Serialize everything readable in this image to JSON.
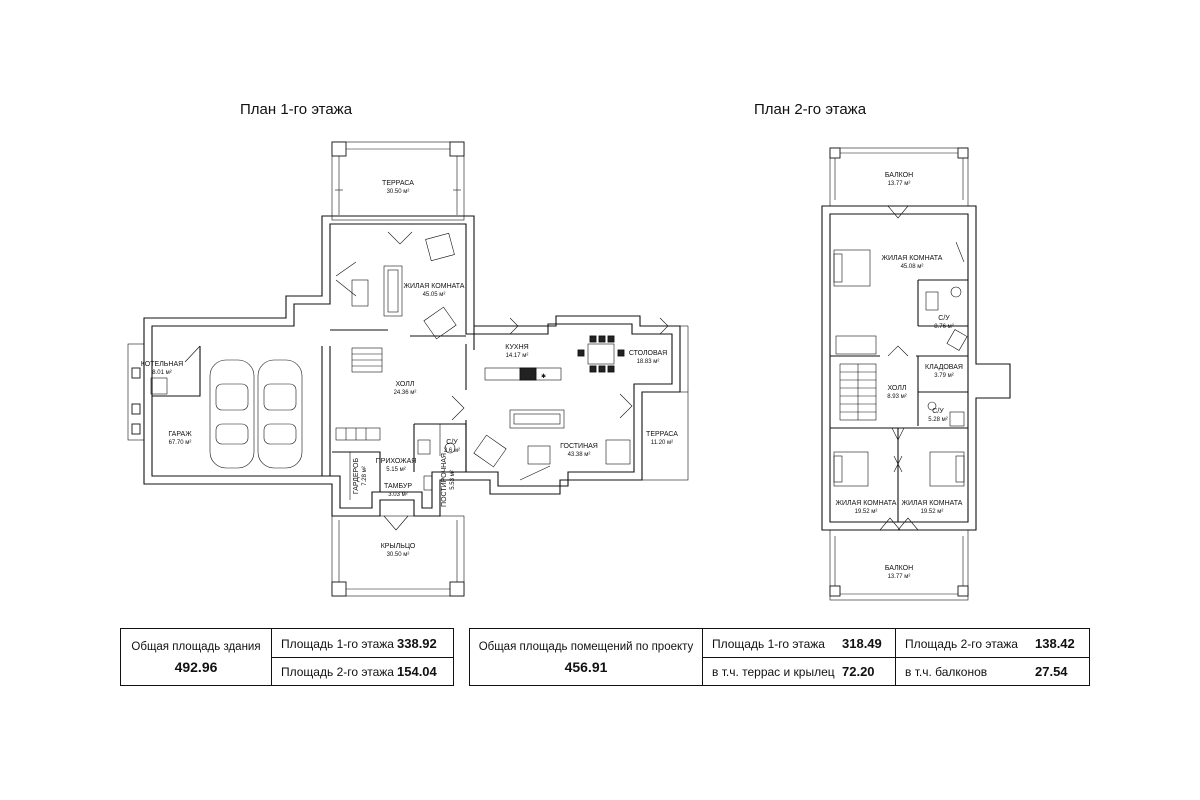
{
  "titles": {
    "floor1": "План 1-го этажа",
    "floor2": "План 2-го этажа"
  },
  "rooms_floor1": [
    {
      "id": "terrace_top",
      "name": "ТЕРРАСА",
      "area": "30.50 м²"
    },
    {
      "id": "living",
      "name": "ЖИЛАЯ КОМНАТА",
      "area": "45.05 м²"
    },
    {
      "id": "kitchen",
      "name": "КУХНЯ",
      "area": "14.17 м²"
    },
    {
      "id": "dining",
      "name": "СТОЛОВАЯ",
      "area": "18.83 м²"
    },
    {
      "id": "boiler",
      "name": "КОТЕЛЬНАЯ",
      "area": "8.01 м²"
    },
    {
      "id": "hall",
      "name": "ХОЛЛ",
      "area": "24.36 м²"
    },
    {
      "id": "garage",
      "name": "ГАРАЖ",
      "area": "67.70 м²"
    },
    {
      "id": "terrace_right",
      "name": "ТЕРРАСА",
      "area": "11.20 м²"
    },
    {
      "id": "lounge",
      "name": "ГОСТИНАЯ",
      "area": "43.38 м²"
    },
    {
      "id": "wc1",
      "name": "С/У",
      "area": "3.6 м²"
    },
    {
      "id": "entry",
      "name": "ПРИХОЖАЯ",
      "area": "5.15 м²"
    },
    {
      "id": "wardrobe",
      "name": "ГАРДЕРОБ",
      "area": "7.28 м²"
    },
    {
      "id": "vestibule",
      "name": "ТАМБУР",
      "area": "3.03 м²"
    },
    {
      "id": "laundry",
      "name": "ПОСТИРОЧНАЯ",
      "area": "5.53 м²"
    },
    {
      "id": "porch",
      "name": "КРЫЛЬЦО",
      "area": "30.50 м²"
    }
  ],
  "rooms_floor2": [
    {
      "id": "balcony_top",
      "name": "БАЛКОН",
      "area": "13.77 м²"
    },
    {
      "id": "living2",
      "name": "ЖИЛАЯ КОМНАТА",
      "area": "45.08 м²"
    },
    {
      "id": "wc2",
      "name": "С/У",
      "area": "8.76 м²"
    },
    {
      "id": "storage",
      "name": "КЛАДОВАЯ",
      "area": "3.79 м²"
    },
    {
      "id": "hall2",
      "name": "ХОЛЛ",
      "area": "8.93 м²"
    },
    {
      "id": "wc3",
      "name": "С/У",
      "area": "5.28 м²"
    },
    {
      "id": "bed_left",
      "name": "ЖИЛАЯ КОМНАТА",
      "area": "19.52 м²"
    },
    {
      "id": "bed_right",
      "name": "ЖИЛАЯ КОМНАТА",
      "area": "19.52 м²"
    },
    {
      "id": "balcony_bottom",
      "name": "БАЛКОН",
      "area": "13.77 м²"
    }
  ],
  "summary": {
    "building": {
      "label": "Общая площадь здания",
      "value": "492.96"
    },
    "b_floor1": {
      "label": "Площадь 1-го этажа",
      "value": "338.92"
    },
    "b_floor2": {
      "label": "Площадь 2-го этажа",
      "value": "154.04"
    },
    "project": {
      "label": "Общая площадь помещений по проекту",
      "value": "456.91"
    },
    "p_floor1": {
      "label": "Площадь 1-го этажа",
      "value": "318.49"
    },
    "p_terraces": {
      "label": "в т.ч. террас и крылец",
      "value": "72.20"
    },
    "p_floor2": {
      "label": "Площадь 2-го этажа",
      "value": "138.42"
    },
    "p_balconies": {
      "label": "в т.ч. балконов",
      "value": "27.54"
    }
  }
}
